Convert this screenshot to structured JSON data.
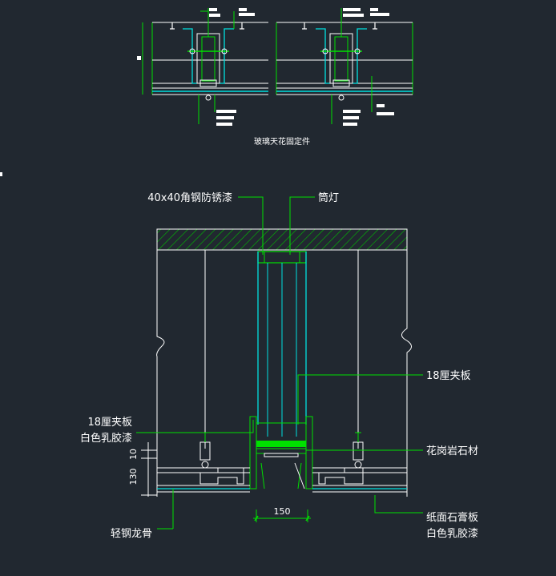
{
  "top_detail": {
    "caption": "玻璃天花固定件"
  },
  "section": {
    "labels": {
      "angle_steel": "40x40角钢防锈漆",
      "downlight": "筒灯",
      "plywood_right": "18厘夹板",
      "plywood_left_line1": "18厘夹板",
      "plywood_left_line2": "白色乳胶漆",
      "granite": "花岗岩石材",
      "gypsum_line1": "纸面石膏板",
      "gypsum_line2": "白色乳胶漆",
      "keel": "轻钢龙骨"
    },
    "dimensions": {
      "dim_10": "10",
      "dim_130": "130",
      "dim_150": "150"
    }
  },
  "colors": {
    "background": "#212830",
    "green": "#00e000",
    "cyan": "#00e0e0",
    "white": "#ffffff",
    "hatch": "#00c000"
  }
}
